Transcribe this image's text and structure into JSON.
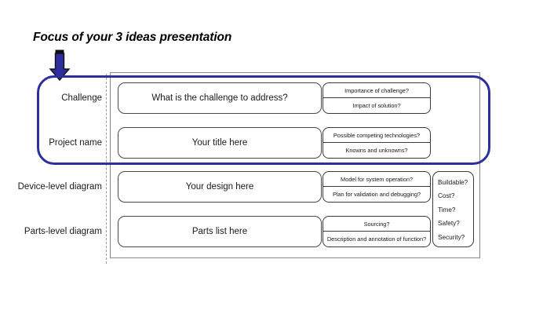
{
  "slide": {
    "title": "Focus of your 3 ideas presentation",
    "arrow_icon": "down-arrow-icon",
    "arrow_color": "#2c2f9c",
    "highlight_color": "#2c2f9c",
    "outer_box_color": "#8a8a8a",
    "divider_color": "#9a9a9a"
  },
  "rows": [
    {
      "label": "Challenge",
      "main": "What is the challenge to address?",
      "questions": [
        "Importance of challenge?",
        "Impact of solution?"
      ],
      "highlighted": true
    },
    {
      "label": "Project name",
      "main": "Your title here",
      "questions": [
        "Possible competing technologies?",
        "Knowns and unknowns?"
      ],
      "highlighted": true
    },
    {
      "label": "Device-level diagram",
      "main": "Your design here",
      "questions": [
        "Model for system operation?",
        "Plan for validation and debugging?"
      ],
      "highlighted": false
    },
    {
      "label": "Parts-level diagram",
      "main": "Parts list here",
      "questions": [
        "Sourcing?",
        "Description and annotation of function?"
      ],
      "highlighted": false
    }
  ],
  "criteria": {
    "items": [
      "Buildable?",
      "Cost?",
      "Time?",
      "Safety?",
      "Security?"
    ]
  }
}
